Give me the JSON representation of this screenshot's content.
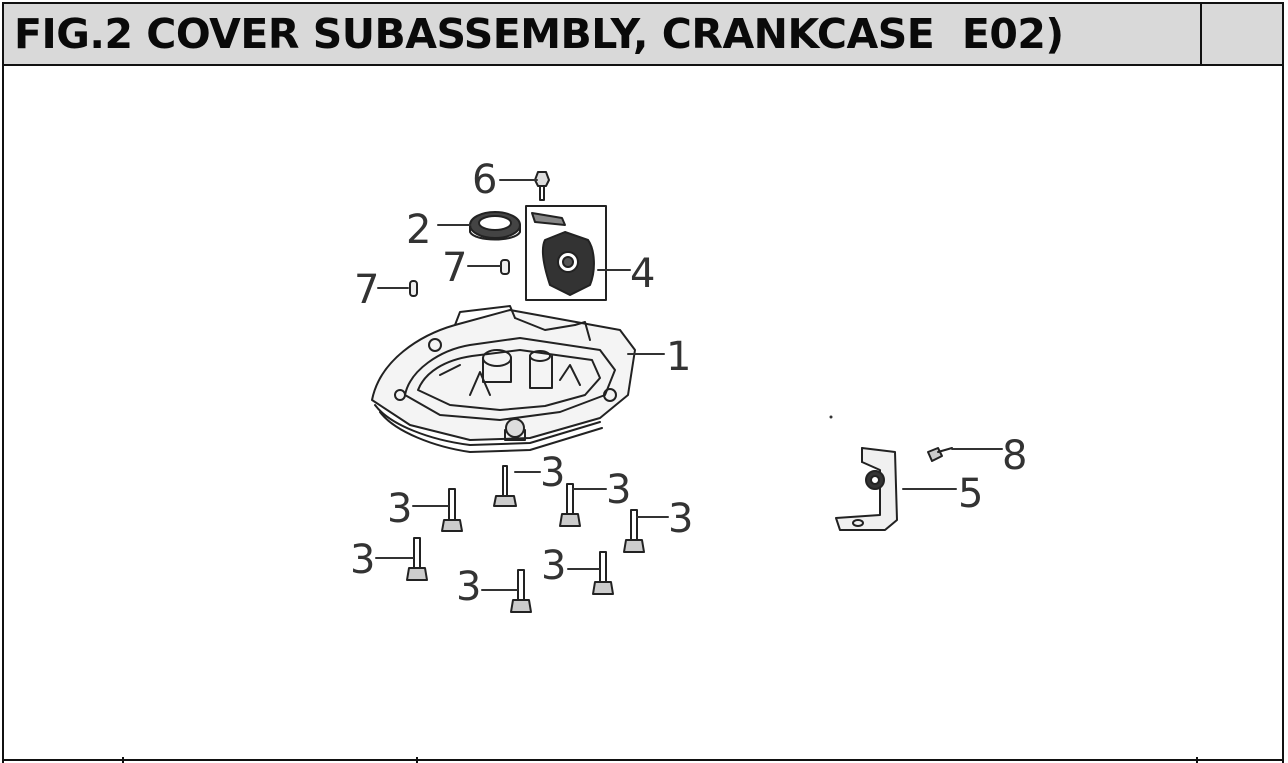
{
  "header": {
    "title": "FIG.2 COVER SUBASSEMBLY, CRANKCASE  E02)"
  },
  "callouts": {
    "c1": "1",
    "c2": "2",
    "c3a": "3",
    "c3b": "3",
    "c3c": "3",
    "c3d": "3",
    "c3e": "3",
    "c3f": "3",
    "c3g": "3",
    "c4": "4",
    "c5": "5",
    "c6": "6",
    "c7a": "7",
    "c7b": "7",
    "c8": "8"
  },
  "colors": {
    "header_bg": "#d9d9d9",
    "line": "#111111",
    "part_stroke": "#222222"
  }
}
